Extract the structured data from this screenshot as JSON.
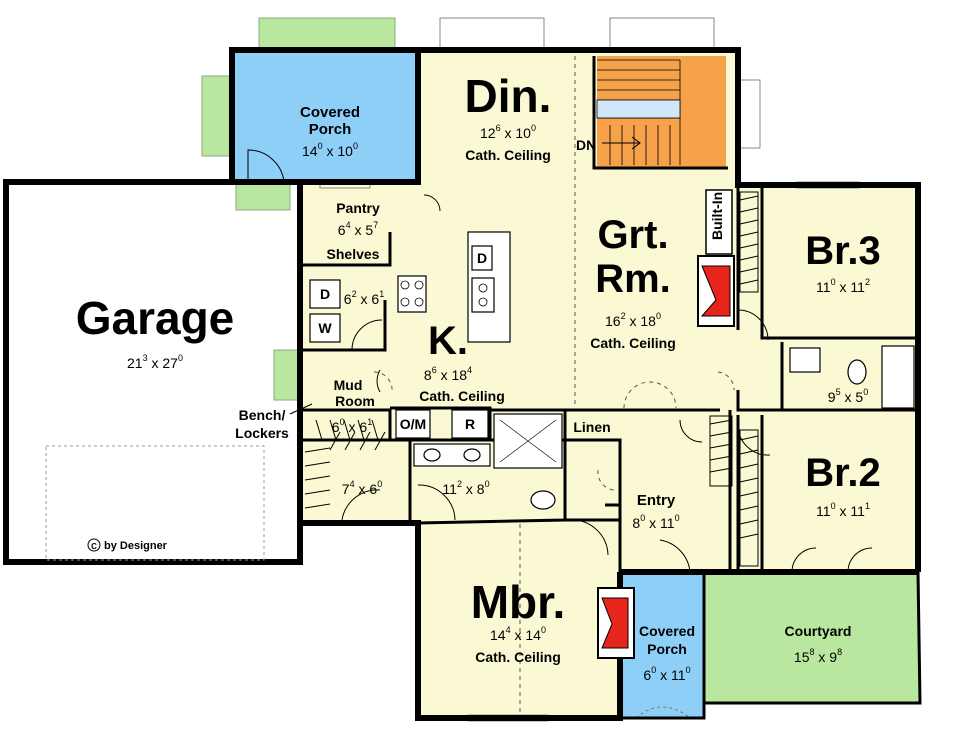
{
  "colors": {
    "interior": "#fbf9d4",
    "covered_porch": "#8ecff8",
    "courtyard_patio": "#b9e7a0",
    "stair": "#f5a24b",
    "fireplace": "#e8251b",
    "garage": "#ffffff"
  },
  "rooms": {
    "covered_porch_rear": {
      "name_line1": "Covered",
      "name_line2": "Porch",
      "w": "14",
      "wi": "0",
      "d": "10",
      "di": "0"
    },
    "dining": {
      "name": "Din.",
      "w": "12",
      "wi": "6",
      "d": "10",
      "di": "0",
      "note": "Cath. Ceiling"
    },
    "great_room": {
      "name_line1": "Grt.",
      "name_line2": "Rm.",
      "w": "16",
      "wi": "2",
      "d": "18",
      "di": "0",
      "note": "Cath. Ceiling"
    },
    "bedroom3": {
      "name": "Br.3",
      "w": "11",
      "wi": "0",
      "d": "11",
      "di": "2"
    },
    "garage": {
      "name": "Garage",
      "w": "21",
      "wi": "3",
      "d": "27",
      "di": "0"
    },
    "pantry": {
      "name": "Pantry",
      "w": "6",
      "wi": "4",
      "d": "5",
      "di": "7",
      "extra": "Shelves"
    },
    "laundry": {
      "w": "6",
      "wi": "2",
      "d": "6",
      "di": "1",
      "dryer": "D",
      "washer": "W"
    },
    "kitchen": {
      "name": "K.",
      "w": "8",
      "wi": "6",
      "d": "18",
      "di": "4",
      "note": "Cath. Ceiling",
      "dishwasher": "D"
    },
    "mud_room": {
      "name_line1": "Mud",
      "name_line2": "Room",
      "w": "6",
      "wi": "0",
      "d": "6",
      "di": "1"
    },
    "bench": {
      "line1": "Bench/",
      "line2": "Lockers"
    },
    "oven_microwave": "O/M",
    "refrigerator": "R",
    "linen": "Linen",
    "bath2": {
      "w": "9",
      "wi": "5",
      "d": "5",
      "di": "0"
    },
    "bedroom2": {
      "name": "Br.2",
      "w": "11",
      "wi": "0",
      "d": "11",
      "di": "1"
    },
    "closet": {
      "w": "7",
      "wi": "4",
      "d": "6",
      "di": "0"
    },
    "master_bath": {
      "w": "11",
      "wi": "2",
      "d": "8",
      "di": "0"
    },
    "entry": {
      "name": "Entry",
      "w": "8",
      "wi": "0",
      "d": "11",
      "di": "0"
    },
    "master_bedroom": {
      "name": "Mbr.",
      "w": "14",
      "wi": "4",
      "d": "14",
      "di": "0",
      "note": "Cath. Ceiling"
    },
    "covered_porch_front": {
      "name_line1": "Covered",
      "name_line2": "Porch",
      "w": "6",
      "wi": "0",
      "d": "11",
      "di": "0"
    },
    "courtyard": {
      "name": "Courtyard",
      "w": "15",
      "wi": "8",
      "d": "9",
      "di": "8"
    }
  },
  "labels": {
    "stair_down": "DN",
    "built_in": "Built-In",
    "copyright": "by Designer",
    "copyright_symbol": "C",
    "times": "x"
  }
}
